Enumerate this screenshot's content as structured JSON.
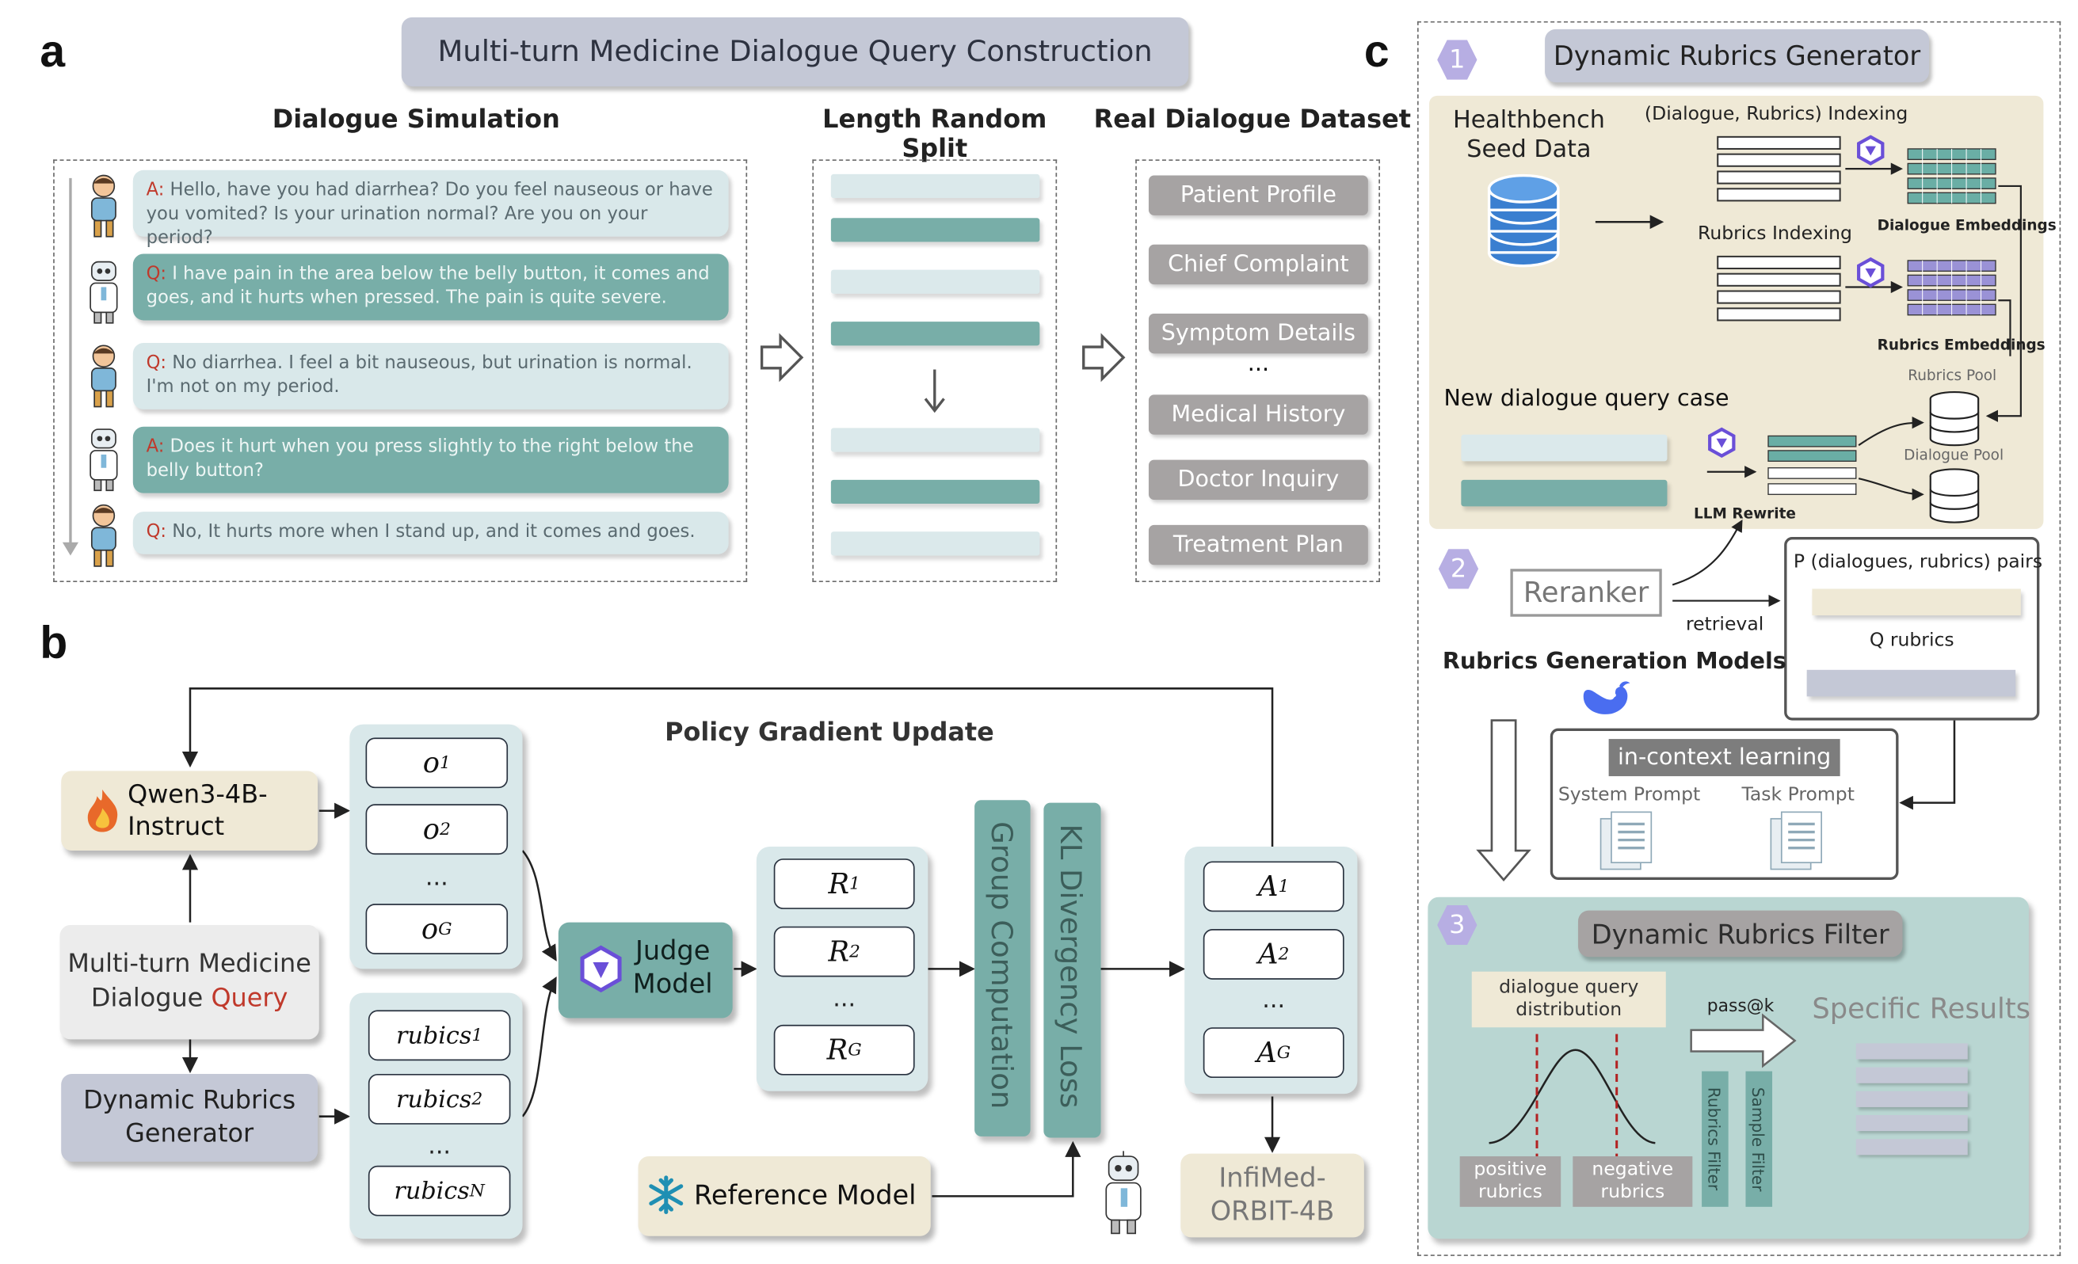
{
  "panel_a": {
    "label": "a",
    "title": "Multi-turn Medicine Dialogue Query Construction",
    "dialogue_simulation": {
      "title": "Dialogue Simulation",
      "turns": [
        {
          "tag": "A:",
          "text": "Hello, have you had diarrhea? Do you feel nauseous or have you vomited? Is your urination normal? Are you on your period?"
        },
        {
          "tag": "Q:",
          "text": "I have pain in the area below the belly button, it comes and goes, and it hurts when pressed. The pain is quite severe."
        },
        {
          "tag": "Q:",
          "text": "No diarrhea. I feel a bit nauseous, but urination is normal. I'm not on my period."
        },
        {
          "tag": "A:",
          "text": "Does it hurt when you press slightly to the right below the belly button?"
        },
        {
          "tag": "Q:",
          "text": "No, It hurts more when I stand up, and it comes and goes."
        }
      ]
    },
    "length_split": {
      "title": "Length Random Split"
    },
    "real_dataset": {
      "title": "Real Dialogue Dataset",
      "items": [
        "Patient Profile",
        "Chief Complaint",
        "Symptom Details",
        "...",
        "Medical History",
        "Doctor Inquiry",
        "Treatment Plan"
      ]
    }
  },
  "panel_b": {
    "label": "b",
    "policy_label": "Policy Gradient Update",
    "policy_model": "Qwen3-4B-Instruct",
    "query_box": {
      "line1": "Multi-turn Medicine",
      "line2": "Dialogue",
      "highlight": "Query"
    },
    "rubrics_generator": "Dynamic Rubrics Generator",
    "outputs": [
      "o",
      "o",
      "...",
      "o"
    ],
    "output_subs": [
      "1",
      "2",
      "",
      "G"
    ],
    "rubrics": [
      "rubics",
      "rubics",
      "...",
      "rubics"
    ],
    "rubric_subs": [
      "1",
      "2",
      "",
      "N"
    ],
    "judge_model": "Judge Model",
    "rewards": [
      "R",
      "R",
      "...",
      "R"
    ],
    "reward_subs": [
      "1",
      "2",
      "",
      "G"
    ],
    "group_computation": "Group Computation",
    "kl_loss": "KL Divergency Loss",
    "advantages": [
      "A",
      "A",
      "...",
      "A"
    ],
    "advantage_subs": [
      "1",
      "2",
      "",
      "G"
    ],
    "reference_model": "Reference Model",
    "final_model": "InfiMed-ORBIT-4B"
  },
  "panel_c": {
    "label": "c",
    "title": "Dynamic Rubrics Generator",
    "step1": {
      "badge": "1",
      "seed_data": "Healthbench Seed Data",
      "dialogue_rubrics_indexing": "(Dialogue, Rubrics) Indexing",
      "dialogue_embeddings": "Dialogue Embeddings",
      "rubrics_indexing": "Rubrics Indexing",
      "rubrics_embeddings": "Rubrics Embeddings",
      "rubrics_pool": "Rubrics Pool",
      "dialogue_pool": "Dialogue Pool",
      "new_case": "New dialogue query case",
      "llm_rewrite": "LLM Rewrite"
    },
    "step2": {
      "badge": "2",
      "reranker": "Reranker",
      "retrieval": "retrieval",
      "pairs_title": "P (dialogues, rubrics) pairs",
      "q_rubrics": "Q rubrics",
      "generation_models": "Rubrics Generation Models",
      "icl_title": "in-context learning",
      "system_prompt": "System Prompt",
      "task_prompt": "Task Prompt"
    },
    "step3": {
      "badge": "3",
      "title": "Dynamic Rubrics Filter",
      "distribution": "dialogue query distribution",
      "pass_at_k": "pass@k",
      "specific_results": "Specific Results",
      "positive": "positive rubrics",
      "negative": "negative rubrics",
      "rubrics_filter": "Rubrics Filter",
      "sample_filter": "Sample Filter"
    }
  },
  "colors": {
    "teal": "#78aea8",
    "light_teal": "#d9e8ea",
    "cream": "#efe9d6",
    "lavender": "#c4c8d6",
    "grey_pill": "#a6a3a3",
    "badge": "#b7aee3",
    "red": "#c0392b"
  }
}
